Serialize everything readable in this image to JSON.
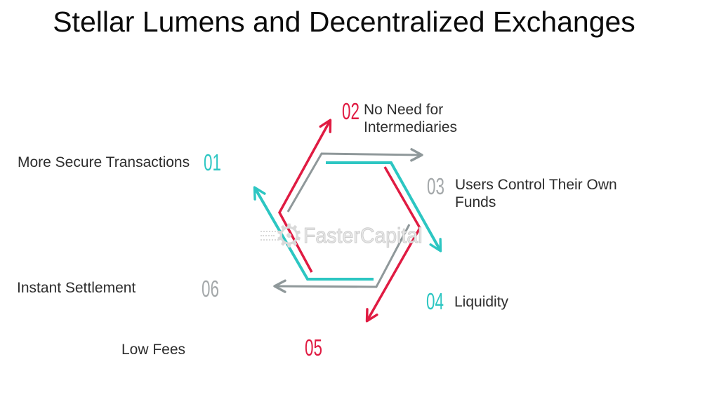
{
  "title": "Stellar Lumens and Decentralized Exchanges",
  "watermark": {
    "text": "FasterCapital",
    "gear_icon": "gear"
  },
  "colors": {
    "teal": "#2cc6c2",
    "red": "#e01b42",
    "gray": "#8f989a",
    "number_gray": "#a4a8aa",
    "label_text": "#2d2d2d",
    "title_text": "#0b0b0b",
    "watermark": "#cccccc"
  },
  "items": [
    {
      "number": "01",
      "label": "More Secure Transactions",
      "color": "teal"
    },
    {
      "number": "02",
      "label": "No Need for\nIntermediaries",
      "color": "red"
    },
    {
      "number": "03",
      "label": "Users Control Their Own\nFunds",
      "color": "gray"
    },
    {
      "number": "04",
      "label": "Liquidity",
      "color": "teal"
    },
    {
      "number": "05",
      "label": "Low Fees",
      "color": "red"
    },
    {
      "number": "06",
      "label": "Instant Settlement",
      "color": "gray"
    }
  ]
}
